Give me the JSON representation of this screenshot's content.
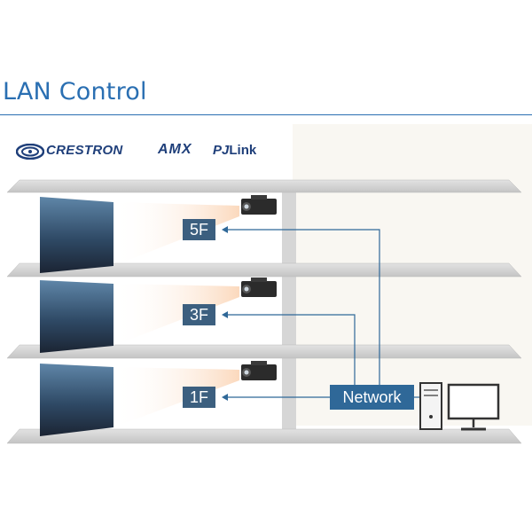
{
  "header": {
    "title": "LAN Control"
  },
  "logos": {
    "crestron": "CRESTRON",
    "amx": "AMX",
    "pjlink_pj": "PJ",
    "pjlink_link": "Link"
  },
  "floors": [
    {
      "label": "5F"
    },
    {
      "label": "3F"
    },
    {
      "label": "1F"
    }
  ],
  "network": {
    "label": "Network"
  },
  "colors": {
    "title": "#2a6fb2",
    "label_bg": "#3c5f7f",
    "network_bg": "#2f6898",
    "connector": "#2f6898",
    "shelf": "#cfcfcf"
  }
}
